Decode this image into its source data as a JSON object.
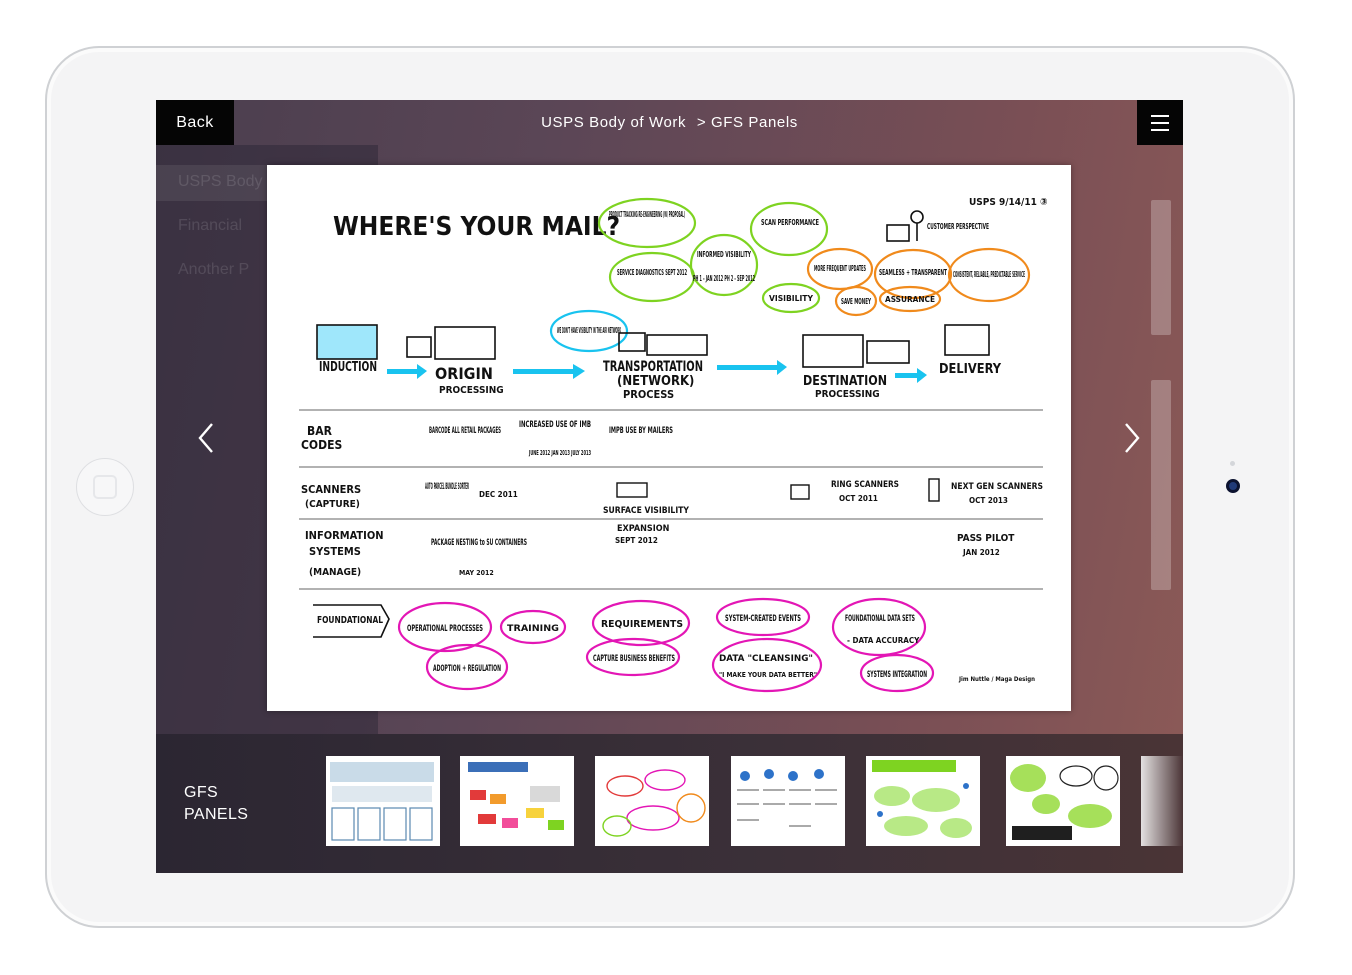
{
  "header": {
    "back_label": "Back",
    "breadcrumb_root": "USPS Body of Work",
    "breadcrumb_current": "> GFS Panels"
  },
  "panel": {
    "title": "WHERE'S YOUR MAIL?",
    "corner_note": "USPS  9/14/11 ③",
    "credit": "Jim Nuttle / Maga Design",
    "bubbles_top": [
      "PRODUCT TRACKING RE-ENGINEERING (W/ PROPOSAL)",
      "SERVICE DIAGNOSTICS SEPT 2012",
      "INFORMED VISIBILITY",
      "PH 1 - JAN 2012  PH 2 - SEP 2012",
      "SCAN PERFORMANCE",
      "CUSTOMER PERSPECTIVE",
      "MORE FREQUENT UPDATES",
      "SEAMLESS + TRANSPARENT",
      "CONSISTENT, RELIABLE, PREDICTABLE SERVICE",
      "VISIBILITY",
      "SAVE MONEY",
      "ASSURANCE"
    ],
    "flow": [
      "INDUCTION",
      "ORIGIN",
      "PROCESSING",
      "TRANSPORTATION",
      "(NETWORK)",
      "PROCESS",
      "DESTINATION",
      "PROCESSING",
      "DELIVERY"
    ],
    "air_note": "WE DON'T HAVE VISIBILITY IN THE AIR NETWORK",
    "rows": [
      {
        "label": [
          "BAR",
          "CODES"
        ],
        "items": [
          "BARCODE ALL RETAIL PACKAGES",
          "INCREASED USE OF IMB",
          "JUNE 2012  JAN 2013  JULY 2013",
          "IMPB USE BY MAILERS"
        ]
      },
      {
        "label": [
          "SCANNERS",
          "(CAPTURE)"
        ],
        "items": [
          "AUTO PARCEL BUNDLE SORTER",
          "DEC 2011",
          "RING SCANNERS",
          "OCT 2011",
          "NEXT GEN SCANNERS",
          "OCT 2013"
        ]
      },
      {
        "label": [
          "INFORMATION",
          "SYSTEMS",
          "(MANAGE)"
        ],
        "items": [
          "SURFACE VISIBILITY",
          "EXPANSION",
          "SEPT 2012",
          "PACKAGE NESTING to SU CONTAINERS",
          "MAY 2012",
          "PASS PILOT",
          "JAN 2012"
        ]
      }
    ],
    "foundation_label": "FOUNDATIONAL",
    "foundation_bubbles": [
      "OPERATIONAL PROCESSES",
      "TRAINING",
      "ADOPTION + REGULATION",
      "REQUIREMENTS",
      "CAPTURE BUSINESS BENEFITS",
      "SYSTEM-CREATED EVENTS",
      "DATA \"CLEANSING\"",
      "\"I MAKE YOUR DATA BETTER\"",
      "FOUNDATIONAL DATA SETS",
      "- DATA ACCURACY",
      "SYSTEMS INTEGRATION"
    ]
  },
  "gallery": {
    "title_line1": "GFS",
    "title_line2": "PANELS",
    "thumbs": [
      "thumb-1",
      "thumb-2",
      "thumb-3",
      "thumb-4",
      "thumb-5",
      "thumb-6"
    ]
  },
  "colors": {
    "accent_cyan": "#19c3ef",
    "bubble_green": "#7ed321",
    "bubble_orange": "#f08a1c",
    "bubble_magenta": "#e316b5",
    "topbar_black": "#050505"
  },
  "sidebar_bg": [
    "USPS Body of Work",
    "Financial",
    "Another P"
  ]
}
